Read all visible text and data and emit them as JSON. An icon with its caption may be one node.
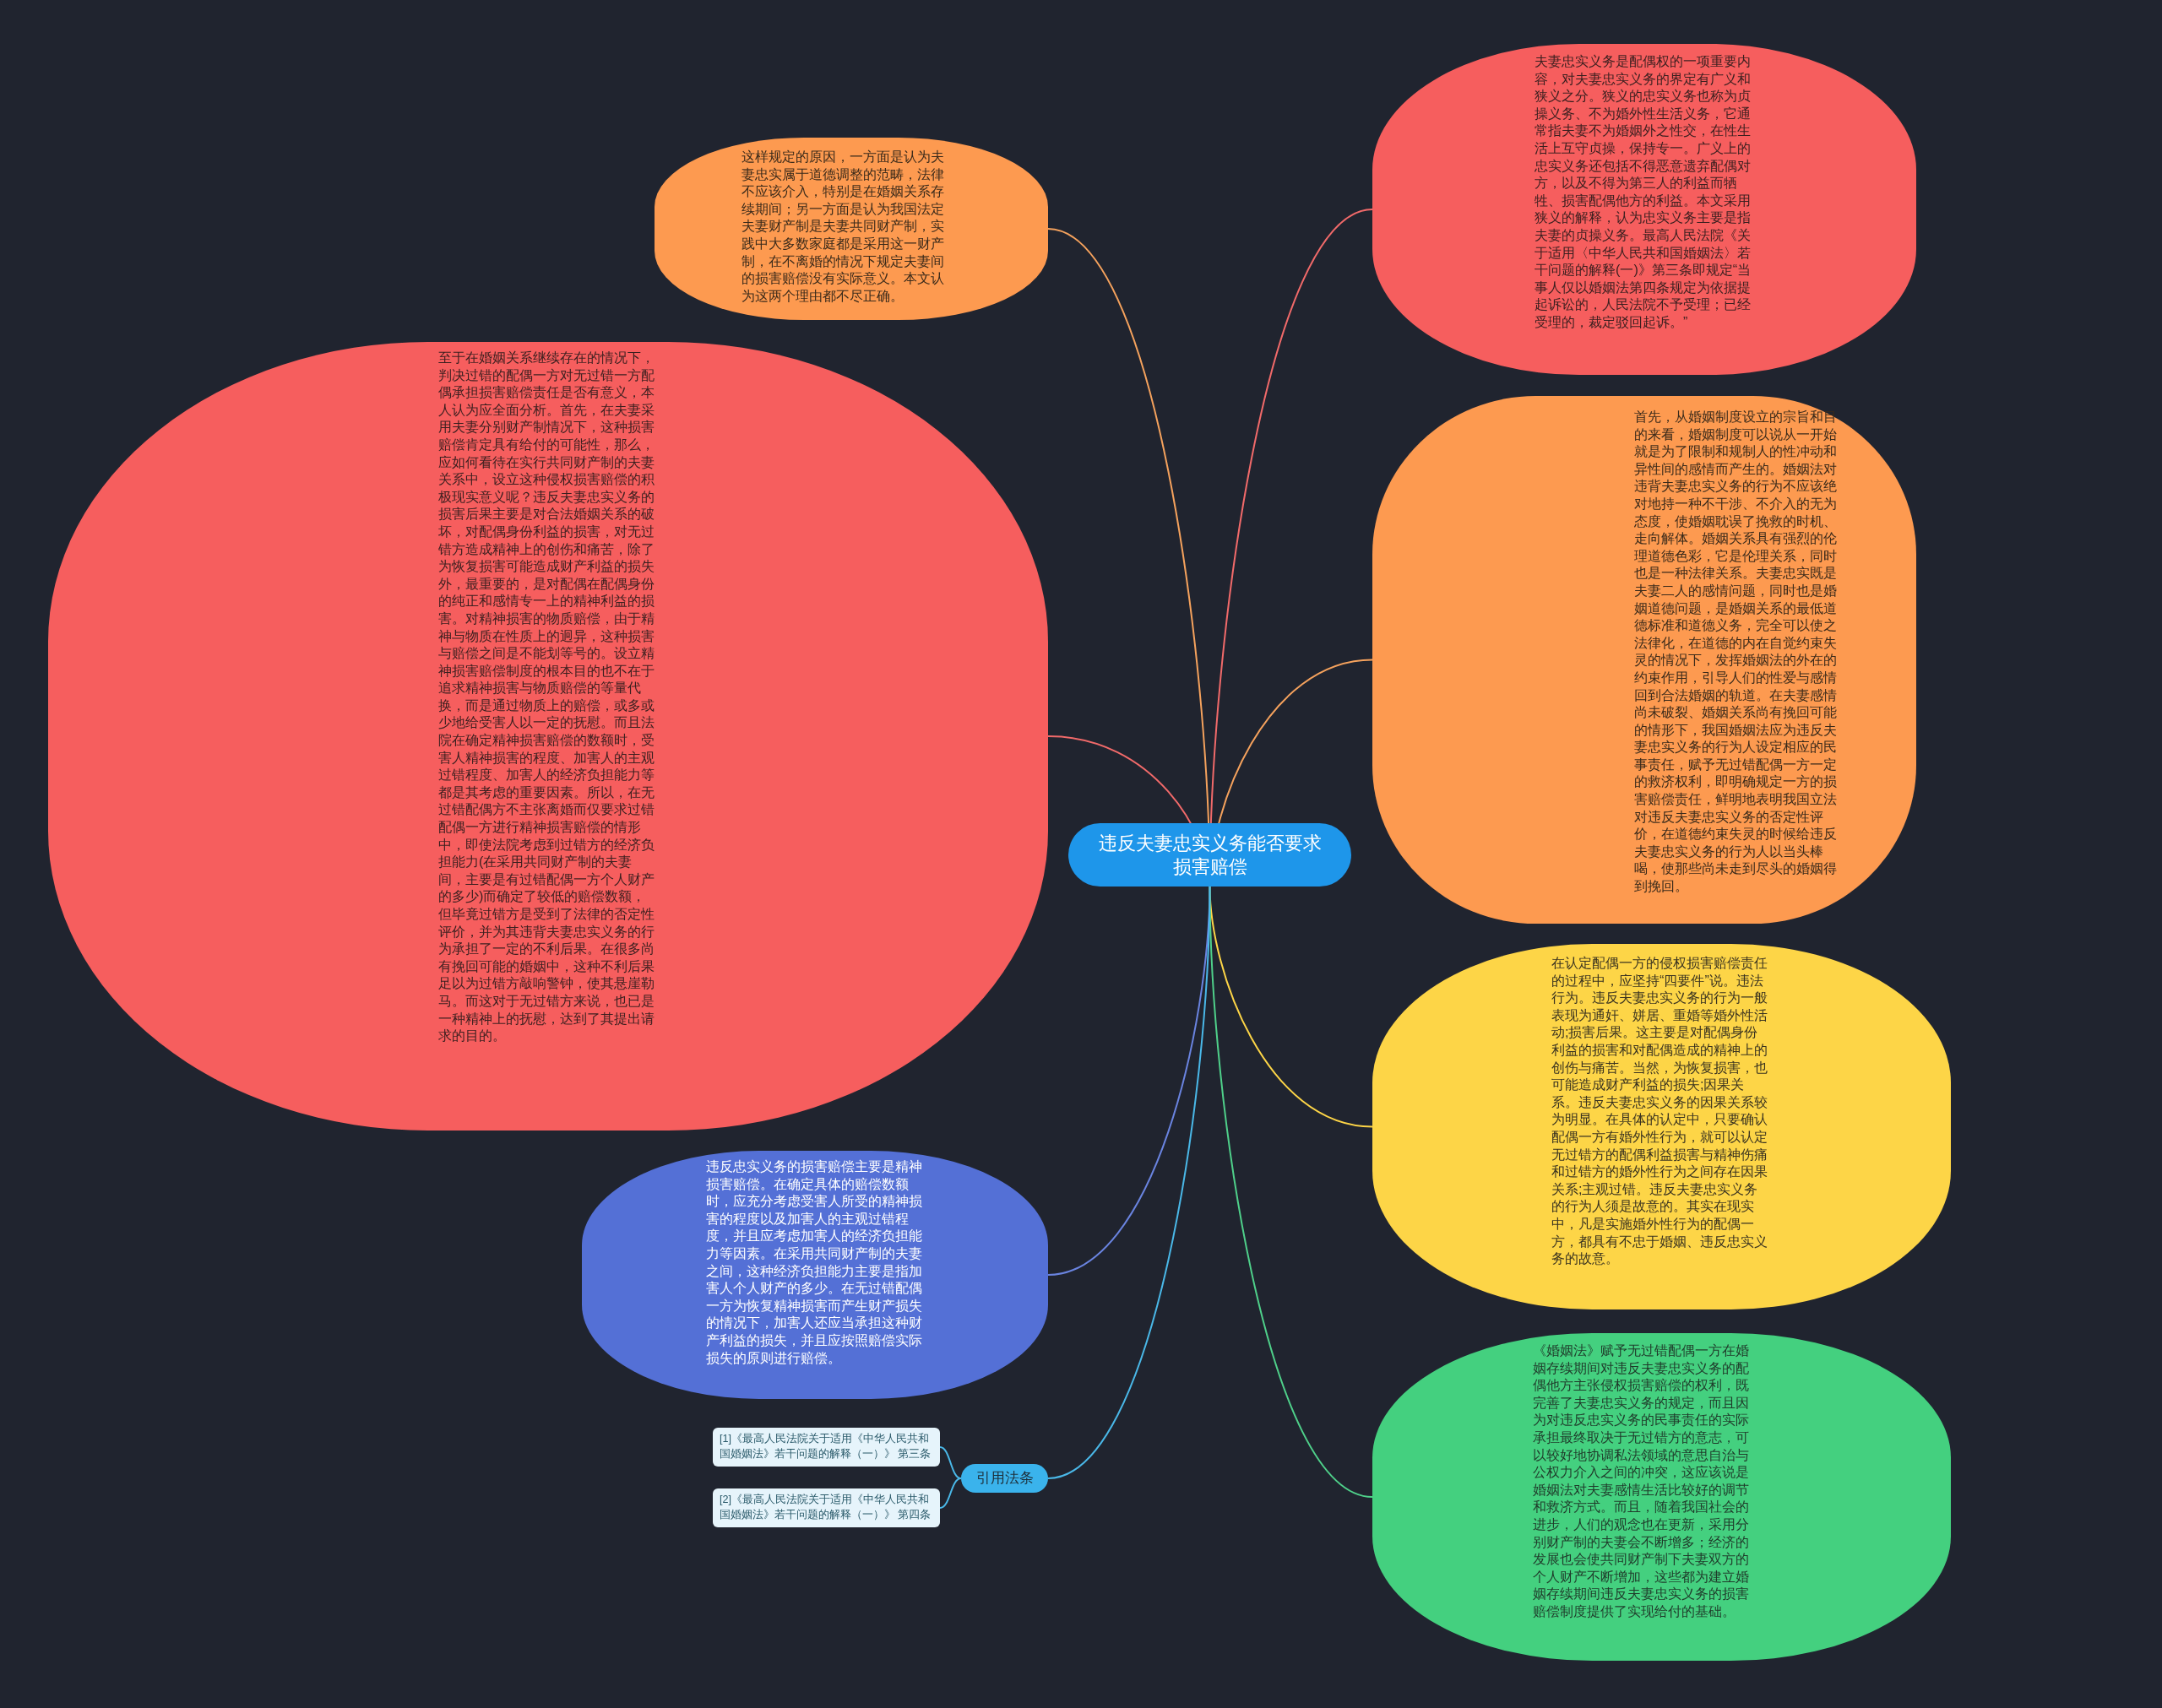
{
  "diagram": {
    "nodes": [
      {
        "text": [
          "违反夫妻忠实义务能否要求损害赔偿"
        ]
      },
      {
        "text": [
          "这样规定的原因，一方面是认为夫妻忠实属于道德调整的范畴，法律不应该介入，特别是在婚姻关系存续期间；另一方面是认为我国法定夫妻财产制是夫妻共同财产制，实践中大多数家庭都是采用这一财产制，在不离婚的情况下规定夫妻间的损害赔偿没有实际意义。本文认为这两个理由都不尽正确。"
        ]
      },
      {
        "text": [
          "夫妻忠实义务是配偶权的一项重要内容，对夫妻忠实义务的界定有广义和狭义之分。狭义的忠实义务也称为贞操义务、不为婚外性生活义务，它通常指夫妻不为婚姻外之性交，在性生活上互守贞操，保持专一。广义上的忠实义务还包括不得恶意遗弃配偶对方，以及不得为第三人的利益而牺牲、损害配偶他方的利益。本文采用狭义的解释，认为忠实义务主要是指夫妻的贞操义务。最高人民法院《关于适用〈中华人民共和国婚姻法〉若干问题的解释(一)》第三条即规定“当事人仅以婚姻法第四条规定为依据提起诉讼的，人民法院不予受理；已经受理的，裁定驳回起诉。”"
        ]
      },
      {
        "text": [
          "至于在婚姻关系继续存在的情况下，判决过错的配偶一方对无过错一方配偶承担损害赔偿责任是否有意义，本人认为应全面分析。首先，在夫妻采用夫妻分别财产制情况下，这种损害赔偿肯定具有给付的可能性，那么，应如何看待在实行共同财产制的夫妻关系中，设立这种侵权损害赔偿的积极现实意义呢？违反夫妻忠实义务的损害后果主要是对合法婚姻关系的破坏，对配偶身份利益的损害，对无过错方造成精神上的创伤和痛苦，除了为恢复损害可能造成财产利益的损失外，最重要的，是对配偶在配偶身份的纯正和感情专一上的精神利益的损害。对精神损害的物质赔偿，由于精神与物质在性质上的迥异，这种损害与赔偿之间是不能划等号的。设立精神损害赔偿制度的根本目的也不在于追求精神损害与物质赔偿的等量代换，而是通过物质上的赔偿，或多或少地给受害人以一定的抚慰。而且法院在确定精神损害赔偿的数额时，受害人精神损害的程度、加害人的主观过错程度、加害人的经济负担能力等都是其考虑的重要因素。所以，在无过错配偶方不主张离婚而仅要求过错配偶一方进行精神损害赔偿的情形中，即使法院考虑到过错方的经济负担能力(在采用共同财产制的夫妻间，主要是有过错配偶一方个人财产的多少)而确定了较低的赔偿数额，但毕竟过错方是受到了法律的否定性评价，并为其违背夫妻忠实义务的行为承担了一定的不利后果。在很多尚有挽回可能的婚姻中，这种不利后果足以为过错方敲响警钟，使其悬崖勒马。而这对于无过错方来说，也已是一种精神上的抚慰，达到了其提出请求的目的。"
        ]
      },
      {
        "text": [
          "首先，从婚姻制度设立的宗旨和目的来看，婚姻制度可以说从一开始就是为了限制和规制人的性冲动和异性间的感情而产生的。婚姻法对违背夫妻忠实义务的行为不应该绝对地持一种不干涉、不介入的无为态度，使婚姻耽误了挽救的时机、走向解体。婚姻关系具有强烈的伦理道德色彩，它是伦理关系，同时也是一种法律关系。夫妻忠实既是夫妻二人的感情问题，同时也是婚姻道德问题，是婚姻关系的最低道德标准和道德义务，完全可以使之法律化，在道德的内在自觉约束失灵的情况下，发挥婚姻法的外在的约束作用，引导人们的性爱与感情回到合法婚姻的轨道。在夫妻感情尚未破裂、婚姻关系尚有挽回可能的情形下，我国婚姻法应为违反夫妻忠实义务的行为人设定相应的民事责任，赋予无过错配偶一方一定的救济权利，即明确规定一方的损害赔偿责任，鲜明地表明我国立法对违反夫妻忠实义务的否定性评价，在道德约束失灵的时候给违反夫妻忠实义务的行为人以当头棒喝，使那些尚未走到尽头的婚姻得到挽回。"
        ]
      },
      {
        "text": [
          "在认定配偶一方的侵权损害赔偿责任的过程中，应坚持“四要件”说。违法行为。违反夫妻忠实义务的行为一般表现为通奸、姘居、重婚等婚外性活动;损害后果。这主要是对配偶身份利益的损害和对配偶造成的精神上的创伤与痛苦。当然，为恢复损害，也可能造成财产利益的损失;因果关系。违反夫妻忠实义务的因果关系较为明显。在具体的认定中，只要确认配偶一方有婚外性行为，就可以认定无过错方的配偶利益损害与精神伤痛和过错方的婚外性行为之间存在因果关系;主观过错。违反夫妻忠实义务的行为人须是故意的。其实在现实中，凡是实施婚外性行为的配偶一方，都具有不忠于婚姻、违反忠实义务的故意。"
        ]
      },
      {
        "text": [
          "违反忠实义务的损害赔偿主要是精神损害赔偿。在确定具体的赔偿数额时，应充分考虑受害人所受的精神损害的程度以及加害人的主观过错程度，并且应考虑加害人的经济负担能力等因素。在采用共同财产制的夫妻之间，这种经济负担能力主要是指加害人个人财产的多少。在无过错配偶一方为恢复精神损害而产生财产损失的情况下，加害人还应当承担这种财产利益的损失，并且应按照赔偿实际损失的原则进行赔偿。"
        ]
      },
      {
        "text": [
          "《婚姻法》赋予无过错配偶一方在婚姻存续期间对违反夫妻忠实义务的配偶他方主张侵权损害赔偿的权利，既完善了夫妻忠实义务的规定，而且因为对违反忠实义务的民事责任的实际承担最终取决于无过错方的意志，可以较好地协调私法领域的意思自治与公权力介入之间的冲突，这应该说是婚姻法对夫妻感情生活比较好的调节和救济方式。而且，随着我国社会的进步，人们的观念也在更新，采用分别财产制的夫妻会不断增多；经济的发展也会使共同财产制下夫妻双方的个人财产不断增加，这些都为建立婚姻存续期间违反夫妻忠实义务的损害赔偿制度提供了实现给付的基础。"
        ]
      },
      {
        "text": [
          "引用法条"
        ]
      },
      {
        "text": [
          "[1]《最高人民法院关于适用《中华人民共和国婚姻法》若干问题的解释（一）》 第三条"
        ]
      },
      {
        "text": [
          "[2]《最高人民法院关于适用《中华人民共和国婚姻法》若干问题的解释（一）》 第四条"
        ]
      }
    ],
    "edges": [
      {
        "from": 0,
        "to": 1,
        "arrow": "none",
        "color": "#f5a25d"
      },
      {
        "from": 0,
        "to": 2,
        "arrow": "none",
        "color": "#f16a6a"
      },
      {
        "from": 0,
        "to": 3,
        "arrow": "none",
        "color": "#f16a6a"
      },
      {
        "from": 0,
        "to": 4,
        "arrow": "none",
        "color": "#f5a25d"
      },
      {
        "from": 0,
        "to": 5,
        "arrow": "none",
        "color": "#fdd547"
      },
      {
        "from": 0,
        "to": 6,
        "arrow": "none",
        "color": "#6a84e0"
      },
      {
        "from": 0,
        "to": 7,
        "arrow": "none",
        "color": "#4fd08a"
      },
      {
        "from": 0,
        "to": 8,
        "arrow": "none",
        "color": "#4ab8e8"
      },
      {
        "from": 8,
        "to": 9,
        "arrow": "none",
        "color": "#4ab8e8"
      },
      {
        "from": 8,
        "to": 10,
        "arrow": "none",
        "color": "#4ab8e8"
      }
    ]
  }
}
